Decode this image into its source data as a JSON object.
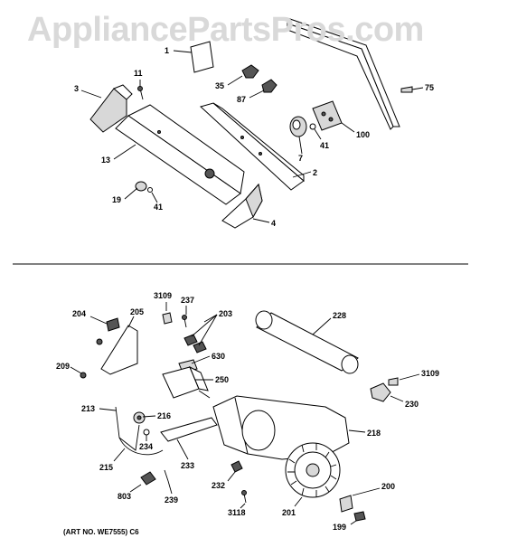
{
  "watermark": "AppliancePartsPros.com",
  "caption": "(ART NO. WE7555) C6",
  "callouts": [
    "1",
    "35",
    "87",
    "75",
    "3",
    "11",
    "100",
    "41",
    "7",
    "13",
    "2",
    "19",
    "41",
    "4",
    "3109",
    "237",
    "203",
    "204",
    "205",
    "228",
    "630",
    "209",
    "250",
    "3109",
    "230",
    "213",
    "216",
    "218",
    "234",
    "233",
    "215",
    "232",
    "200",
    "803",
    "239",
    "3118",
    "201",
    "199"
  ]
}
